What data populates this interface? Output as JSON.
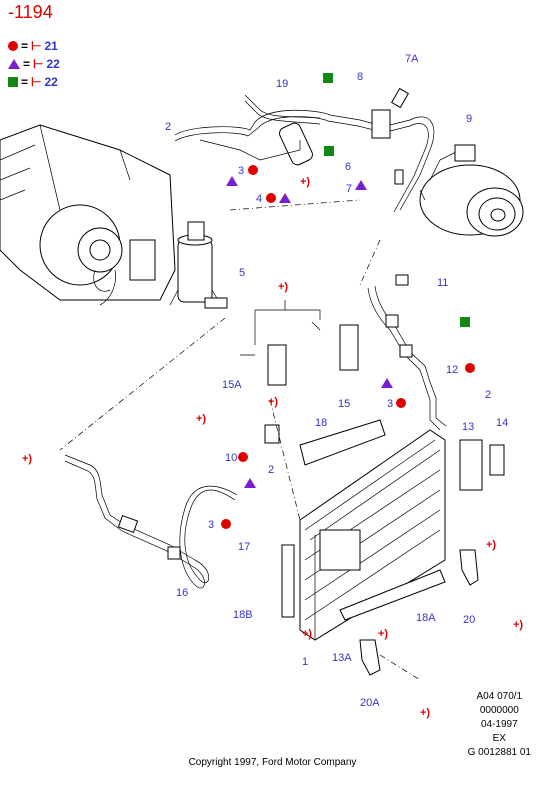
{
  "title": "-1194",
  "legend": [
    {
      "symbol": "red-circle",
      "equals": "=",
      "tool": "⊢",
      "ref": "21"
    },
    {
      "symbol": "purple-triangle",
      "equals": "=",
      "tool": "⊢",
      "ref": "22"
    },
    {
      "symbol": "green-square",
      "equals": "=",
      "tool": "⊢",
      "ref": "22"
    }
  ],
  "colors": {
    "red": "#e00000",
    "purple": "#7a1fcf",
    "green": "#118811",
    "label": "#3333cc"
  },
  "labels": {
    "l1": "1",
    "l2a": "2",
    "l2b": "2",
    "l2c": "2",
    "l3a": "3",
    "l3b": "3",
    "l3c": "3",
    "l4": "4",
    "l5": "5",
    "l6": "6",
    "l7a": "7A",
    "l7": "7",
    "l8": "8",
    "l9": "9",
    "l10": "10",
    "l11": "11",
    "l12": "12",
    "l13": "13",
    "l13a": "13A",
    "l14": "14",
    "l15a": "15A",
    "l15": "15",
    "l16": "16",
    "l17": "17",
    "l18": "18",
    "l18b": "18B",
    "l18a": "18A",
    "l19": "19",
    "l20": "20",
    "l20a": "20A"
  },
  "plus_mark": "+)",
  "ref_block": [
    "A04 070/1",
    "0000000",
    "04-1997",
    "EX",
    "G 0012881 01"
  ],
  "copyright": "Copyright 1997, Ford Motor Company"
}
